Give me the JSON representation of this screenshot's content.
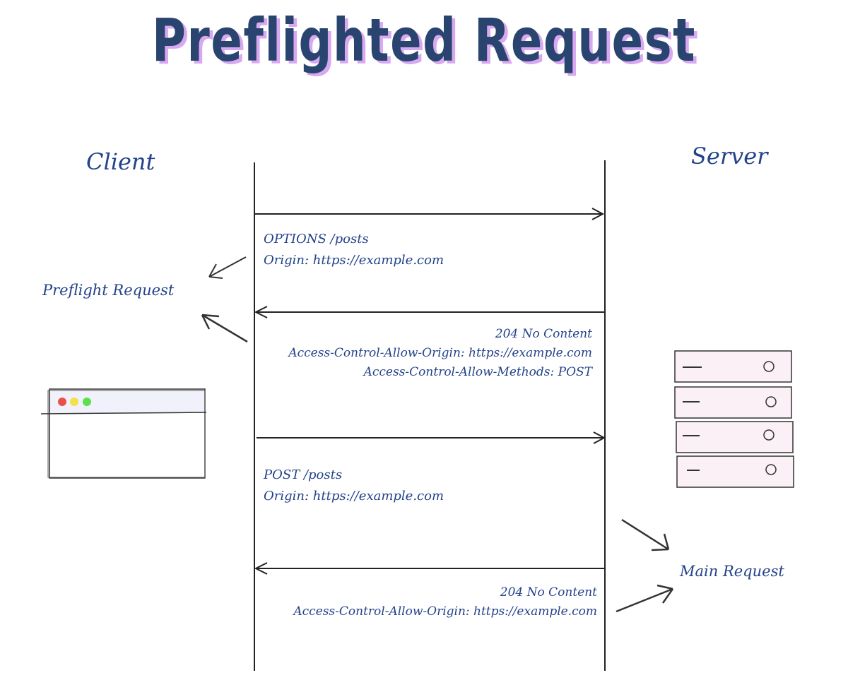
{
  "title": "Preflighted Request",
  "actors": {
    "client": "Client",
    "server": "Server"
  },
  "annotations": {
    "preflight": "Preflight Request",
    "main": "Main Request"
  },
  "messages": [
    {
      "direction": "client-to-server",
      "lines": [
        "OPTIONS /posts",
        "Origin: https://example.com"
      ]
    },
    {
      "direction": "server-to-client",
      "lines": [
        "204 No Content",
        "Access-Control-Allow-Origin: https://example.com",
        "Access-Control-Allow-Methods: POST"
      ]
    },
    {
      "direction": "client-to-server",
      "lines": [
        "POST /posts",
        "Origin: https://example.com"
      ]
    },
    {
      "direction": "server-to-client",
      "lines": [
        "204 No Content",
        "Access-Control-Allow-Origin: https://example.com"
      ]
    }
  ],
  "colors": {
    "text": "#23428a",
    "title": "#2a4470",
    "title_shadow": "#d8a8f0",
    "browser_bar": "#f1f1fb",
    "server_fill": "#fbf0f5",
    "dot_red": "#e8524a",
    "dot_yellow": "#f0e24a",
    "dot_green": "#5ee04a"
  },
  "icons": {
    "client": "browser-window-icon",
    "server": "server-rack-icon"
  }
}
